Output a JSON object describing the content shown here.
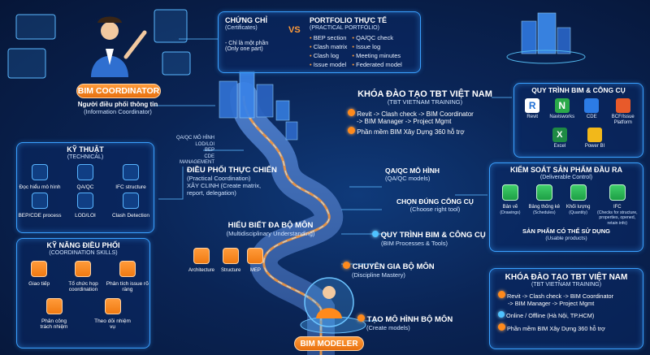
{
  "coordinator": {
    "badge": "BIM COORDINATOR",
    "subtitle": "Người điều phối thông tin",
    "subtitle_en": "(Information Coordinator)"
  },
  "certs": {
    "title": "CHỨNG CHỈ",
    "title_en": "(Certificates)",
    "items": [
      "Chỉ là một phần",
      "(Only one part)"
    ],
    "vs": "VS",
    "portfolio_title": "PORTFOLIO THỰC TẾ",
    "portfolio_title_en": "(PRACTICAL PORTFOLIO)",
    "portfolio_col1": [
      "BEP section",
      "Clash matrix",
      "Clash log",
      "Issue model"
    ],
    "portfolio_col2": [
      "QA/QC check",
      "Issue log",
      "Meeting minutes",
      "Federated model"
    ]
  },
  "training_main": {
    "title": "KHÓA ĐÀO TẠO TBT VIỆT NAM",
    "title_en": "(TBT VIETNAM TRAINING)",
    "line1": "Revit -> Clash check -> BIM Coordinator",
    "line2": "-> BIM Manager -> Project Mgmt",
    "line3": "Phần mềm BIM Xây Dựng 360 hỗ trợ"
  },
  "process": {
    "title": "QUY TRÌNH BIM & CÔNG CỤ",
    "tools": [
      {
        "glyph": "R",
        "label": "Revit",
        "color": "#1f6fd6"
      },
      {
        "glyph": "N",
        "label": "Navisworks",
        "color": "#2aa94a"
      },
      {
        "glyph": "",
        "label": "CDE",
        "color": "#2c7be5"
      },
      {
        "glyph": "",
        "label": "BCF/Issue Platform",
        "color": "#e85a2a"
      },
      {
        "glyph": "X",
        "label": "Excel",
        "color": "#1e8a44"
      },
      {
        "glyph": "",
        "label": "Power BI",
        "color": "#f2b81a"
      }
    ]
  },
  "technical": {
    "title": "KỸ THUẬT",
    "title_en": "(TECHNICAL)",
    "items": [
      "Đọc hiểu mô hình",
      "QA/QC",
      "IFC structure",
      "BEP/CDE process",
      "LOD/LOI",
      "Clash Detection"
    ]
  },
  "coordination": {
    "title": "KỸ NĂNG ĐIỀU PHỐI",
    "title_en": "(COORDINATION SKILLS)",
    "items": [
      "Giao tiếp",
      "Tổ chức họp coordination",
      "Phân tích issue rõ ràng",
      "Phân công trách nhiệm",
      "Theo dõi nhiệm vụ"
    ]
  },
  "deliverable": {
    "title": "KIỂM SOÁT SẢN PHẨM ĐẦU RA",
    "title_en": "(Deliverable Control)",
    "items": [
      {
        "l1": "Bản vẽ",
        "l2": "(Drawings)"
      },
      {
        "l1": "Bảng thống kê",
        "l2": "(Schedules)"
      },
      {
        "l1": "Khối lượng",
        "l2": "(Quantity)"
      },
      {
        "l1": "IFC",
        "l2": "(Checks for structure, properties, opened, retain info)"
      }
    ],
    "footer": "SẢN PHẨM CÓ THỂ SỬ DỤNG",
    "footer_en": "(Usable products)"
  },
  "training_box": {
    "title": "KHÓA ĐÀO TẠO TBT VIỆT NAM",
    "title_en": "(TBT VIETNAM TRAINING)",
    "line1": "Revit -> Clash check -> BIM Coordinator",
    "line2": "-> BIM Manager -> Project Mgmt",
    "line3": "Online / Offline (Hà Nội, TP.HCM)",
    "line4": "Phần mềm BIM Xây Dựng 360 hỗ trợ"
  },
  "road": {
    "small_labels": [
      "QA/QC MÔ HÌNH",
      "LOD/LOI",
      "BEP",
      "CDE MANAGEMENT"
    ],
    "practical": {
      "t": "ĐIỀU PHỐI THỰC CHIẾN",
      "s": "(Practical Coordination)",
      "s2": "XÂY CLINH (Create matrix,",
      "s3": "report, delegation)"
    },
    "qaqc": {
      "t": "QA/QC MÔ HÌNH",
      "s": "(QA/QC models)"
    },
    "tool": {
      "t": "CHỌN ĐÚNG CÔNG CỤ",
      "s": "(Choose right tool)"
    },
    "multi": {
      "t": "HIỂU BIẾT ĐA BỘ MÔN",
      "s": "(Multidisciplinary Understanding)"
    },
    "process": {
      "t": "QUY TRÌNH BIM & CÔNG CỤ",
      "s": "(BIM Processes & Tools)"
    },
    "discipline": {
      "t": "CHUYÊN GIA BỘ MÔN",
      "s": "(Discipline Mastery)"
    },
    "create": {
      "t": "TẠO MÔ HÌNH BỘ MÔN",
      "s": "(Create models)"
    },
    "disciplines": [
      "Architecture",
      "Structure",
      "MEP"
    ]
  },
  "modeler": {
    "badge": "BIM MODELER"
  }
}
